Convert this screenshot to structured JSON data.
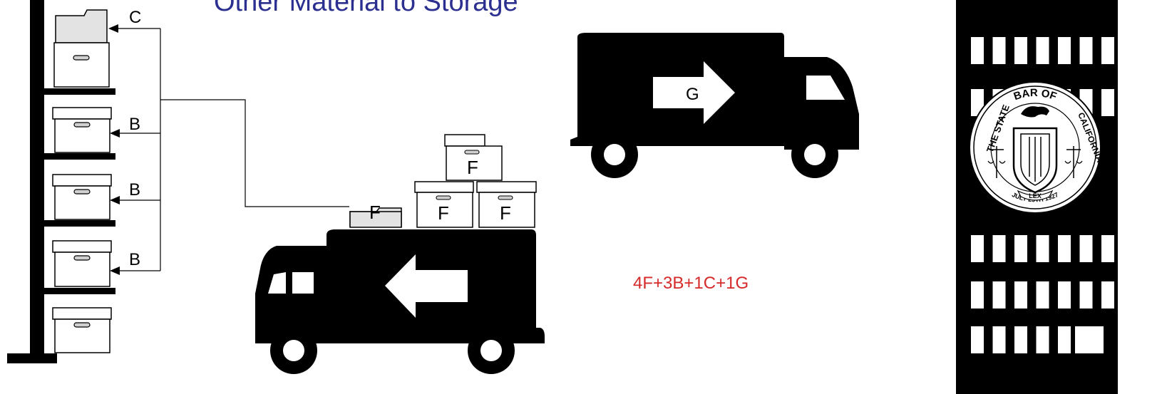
{
  "title_partial": "Other Material to Storage",
  "labels": {
    "shelf_c": "C",
    "shelf_b1": "B",
    "shelf_b2": "B",
    "shelf_b3": "B",
    "truck_folder": "F",
    "truck_box_top": "F",
    "truck_box_left": "F",
    "truck_box_right": "F",
    "truck_right_arrow": "G"
  },
  "summary": "4F+3B+1C+1G",
  "colors": {
    "title": "#2b2f8f",
    "summary": "#d62a2a",
    "folder_fill": "#e3e3e3",
    "ink": "#000000"
  },
  "icons": [
    "shelf-unit",
    "storage-box",
    "file-folder",
    "delivery-truck",
    "arrow-left",
    "arrow-right",
    "office-building",
    "state-bar-seal"
  ],
  "seal_text": {
    "top": "BAR OF",
    "left": "THE STATE",
    "right": "CALIFORNIA",
    "bottom": "JULY 29TH 1927",
    "motto": "LEX"
  }
}
